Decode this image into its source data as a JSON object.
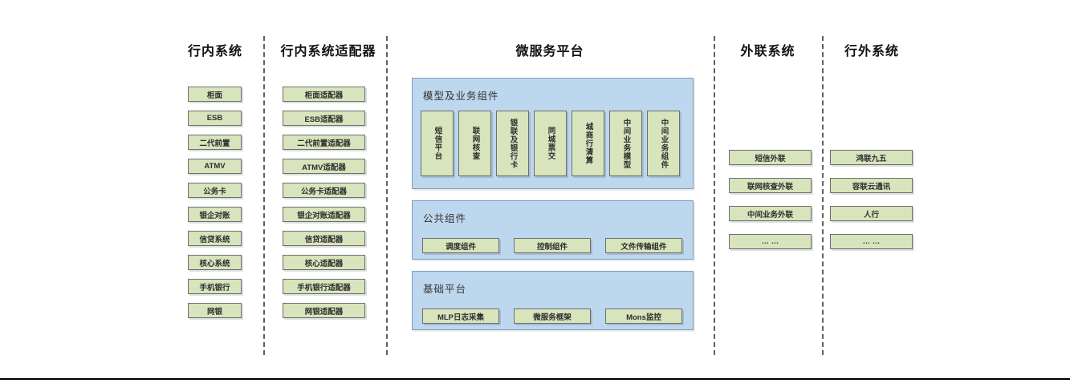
{
  "colors": {
    "box_green": "#d7e4bc",
    "panel_blue": "#bdd7ee"
  },
  "columns": {
    "internal": {
      "title": "行内系统",
      "boxes": [
        "柜面",
        "ESB",
        "二代前置",
        "ATMV",
        "公务卡",
        "银企对账",
        "信贷系统",
        "核心系统",
        "手机银行",
        "网银"
      ]
    },
    "adapters": {
      "title": "行内系统适配器",
      "boxes": [
        "柜面适配器",
        "ESB适配器",
        "二代前置适配器",
        "ATMV适配器",
        "公务卡适配器",
        "银企对账适配器",
        "信贷适配器",
        "核心适配器",
        "手机银行适配器",
        "网银适配器"
      ]
    },
    "outlink": {
      "title": "外联系统",
      "boxes": [
        "短信外联",
        "联网核查外联",
        "中间业务外联",
        "… …"
      ]
    },
    "external": {
      "title": "行外系统",
      "boxes": [
        "鸿联九五",
        "容联云通讯",
        "人行",
        "… …"
      ]
    }
  },
  "platform": {
    "title": "微服务平台",
    "panels": [
      {
        "label": "模型及业务组件",
        "boxes": [
          "短信平台",
          "联网核查",
          "银联及银行卡",
          "同城票交",
          "城商行清算",
          "中间业务模型",
          "中间业务组件"
        ]
      },
      {
        "label": "公共组件",
        "boxes": [
          "调度组件",
          "控制组件",
          "文件传输组件"
        ]
      },
      {
        "label": "基础平台",
        "boxes": [
          "MLP日志采集",
          "微服务框架",
          "Mons监控"
        ]
      }
    ]
  }
}
